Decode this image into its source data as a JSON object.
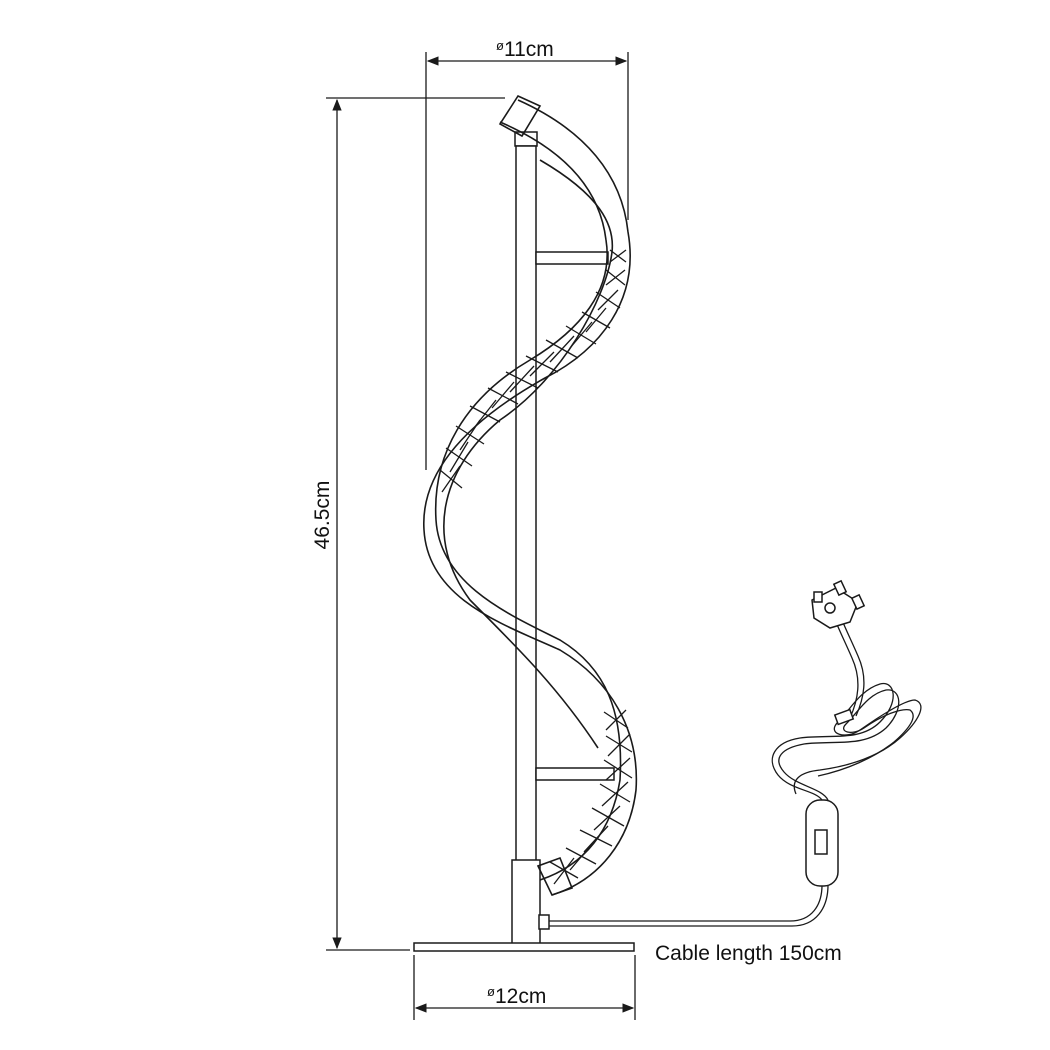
{
  "dimensions": {
    "top_diameter": {
      "symbol": "ø",
      "value": "11cm"
    },
    "base_diameter": {
      "symbol": "ø",
      "value": "12cm"
    },
    "height": "46.5cm"
  },
  "cable": {
    "label": "Cable length 150cm"
  },
  "colors": {
    "line": "#1a1a1a",
    "background": "#ffffff"
  }
}
